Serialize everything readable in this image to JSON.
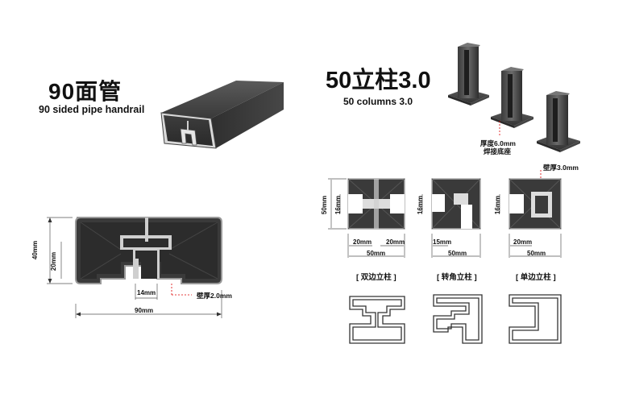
{
  "left_panel": {
    "title": "90面管",
    "subtitle": "90 sided pipe handrail",
    "dims": {
      "height_outer": "40mm",
      "height_inner": "20mm",
      "slot_width": "14mm",
      "total_width": "90mm",
      "wall": "壁厚2.0mm"
    }
  },
  "right_panel": {
    "title": "50立柱3.0",
    "subtitle": "50 columns 3.0",
    "base_note_line1": "厚度6.0mm",
    "base_note_line2": "焊接底座",
    "wall_note": "壁厚3.0mm",
    "sections": [
      {
        "caption": "[ 双边立柱 ]",
        "height": "50mm",
        "slot": "16mm",
        "left_dim": "20mm",
        "right_dim": "20mm",
        "width": "50mm"
      },
      {
        "caption": "[ 转角立柱 ]",
        "slot": "16mm",
        "left_dim": "15mm",
        "width": "50mm"
      },
      {
        "caption": "[ 单边立柱 ]",
        "slot": "16mm",
        "left_dim": "20mm",
        "width": "50mm"
      }
    ]
  }
}
